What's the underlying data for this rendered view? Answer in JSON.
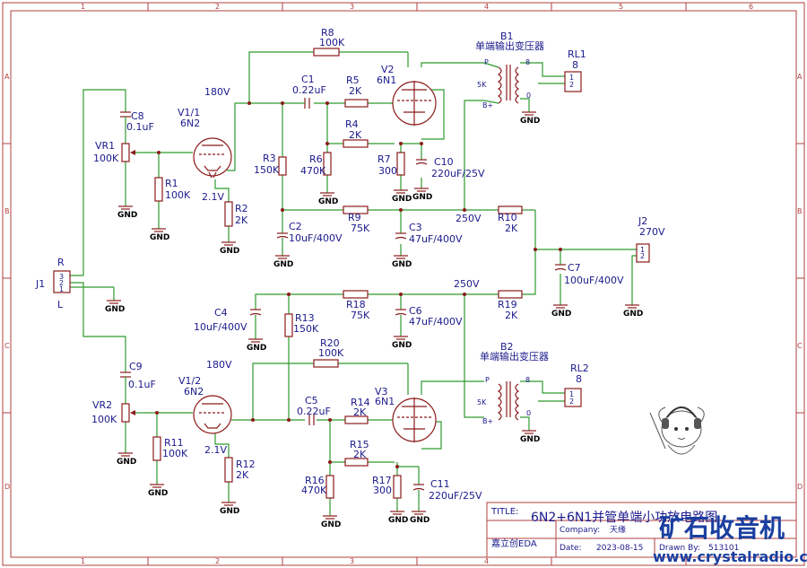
{
  "frame": {
    "col_labels": [
      "1",
      "2",
      "3",
      "4",
      "5",
      "6"
    ],
    "row_labels": [
      "A",
      "B",
      "C",
      "D"
    ]
  },
  "labels": {
    "r8": "R8",
    "r8v": "100K",
    "b1": "B1",
    "b1d": "单端输出变压器",
    "rl1": "RL1",
    "rl1v": "8",
    "c1": "C1",
    "c1v": "0.22uF",
    "r5": "R5",
    "r5v": "2K",
    "v2": "V2",
    "v2v": "6N1",
    "v1a": "V1/1",
    "v1av": "6N2",
    "v180a": "180V",
    "c8": "C8",
    "c8v": "0.1uF",
    "vr1": "VR1",
    "vr1v": "100K",
    "r1": "R1",
    "r1v": "100K",
    "r4": "R4",
    "r4v": "2K",
    "r3": "R3",
    "r3v": "150K",
    "r6": "R6",
    "r6v": "470K",
    "r7": "R7",
    "r7v": "300",
    "c10": "C10",
    "c10v": "220uF/25V",
    "r2": "R2",
    "r2v": "2K",
    "v21a": "2.1V",
    "r9": "R9",
    "r9v": "75K",
    "c3": "C3",
    "c3v": "47uF/400V",
    "r10": "R10",
    "r10v": "2K",
    "v250a": "250V",
    "c2": "C2",
    "c2v": "10uF/400V",
    "j2": "J2",
    "j2v": "270V",
    "c7": "C7",
    "c7v": "100uF/400V",
    "j1": "J1",
    "j1r": "R",
    "j1l": "L",
    "c4": "C4",
    "c4v": "10uF/400V",
    "r13": "R13",
    "r13v": "150K",
    "r18": "R18",
    "r18v": "75K",
    "c6": "C6",
    "c6v": "47uF/400V",
    "r19": "R19",
    "r19v": "2K",
    "v250b": "250V",
    "r20": "R20",
    "r20v": "100K",
    "b2": "B2",
    "b2d": "单端输出变压器",
    "rl2": "RL2",
    "rl2v": "8",
    "c9": "C9",
    "c9v": "0.1uF",
    "v180b": "180V",
    "v1b": "V1/2",
    "v1bv": "6N2",
    "vr2": "VR2",
    "vr2v": "100K",
    "c5": "C5",
    "c5v": "0.22uF",
    "r14": "R14",
    "r14v": "2K",
    "v3": "V3",
    "v3v": "6N1",
    "r11": "R11",
    "r11v": "100K",
    "v21b": "2.1V",
    "r12": "R12",
    "r12v": "2K",
    "r15": "R15",
    "r15v": "2K",
    "r16": "R16",
    "r16v": "470K",
    "r17": "R17",
    "r17v": "300",
    "c11": "C11",
    "c11v": "220uF/25V",
    "gnd": "GND",
    "p": "P",
    "bplus": "B+",
    "five_k": "5K",
    "eight": "8",
    "zero": "0"
  },
  "title_block": {
    "title_label": "TITLE:",
    "title": "6N2+6N1并管单端小功放电路图",
    "company_label": "Company:",
    "company": "天缘",
    "date_label": "Date:",
    "date": "2023-08-15",
    "drawn_label": "Drawn By:",
    "drawn": "513101",
    "logo_text": "嘉立创EDA"
  },
  "watermark": {
    "line1": "矿石收音机",
    "line2": "www.crystalradio.cn"
  },
  "colors": {
    "wire": "#2e9a2e",
    "component": "#8b1a1a",
    "label": "#1a1a8c",
    "watermark": "#1a3fa0"
  }
}
